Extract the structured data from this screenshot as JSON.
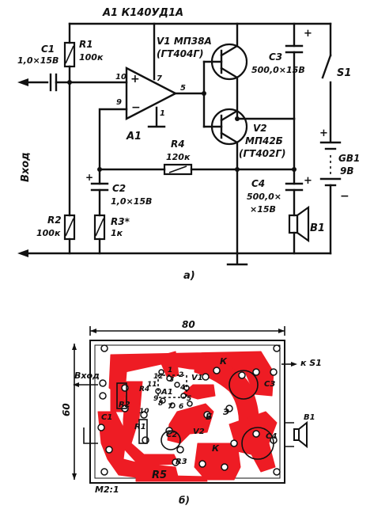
{
  "schematic": {
    "chip_label": "A1 К140УД1А",
    "chip_ref": "A1",
    "pins": {
      "p10": "10",
      "p9": "9",
      "p7": "7",
      "p5": "5",
      "p1": "1"
    },
    "c1": {
      "ref": "C1",
      "val": "1,0×15В"
    },
    "r1": {
      "ref": "R1",
      "val": "100к"
    },
    "v1": {
      "ref": "V1 МП38А",
      "alt": "(ГТ404Г)"
    },
    "c3": {
      "ref": "C3",
      "val": "500,0×15В"
    },
    "s1": "S1",
    "v2": {
      "ref": "V2",
      "type": "МП42Б",
      "alt": "(ГТ402Г)"
    },
    "r4": {
      "ref": "R4",
      "val": "120к"
    },
    "c2": {
      "ref": "C2",
      "val": "1,0×15В"
    },
    "c4": {
      "ref": "C4",
      "val1": "500,0×",
      "val2": "×15В"
    },
    "gb1": {
      "ref": "GB1",
      "val": "9В"
    },
    "r2": {
      "ref": "R2",
      "val": "100к"
    },
    "r3": {
      "ref": "R3*",
      "val": "1к"
    },
    "b1": "B1",
    "input_label": "Вход",
    "plus": "+",
    "minus": "−",
    "caption": "а)"
  },
  "board": {
    "width_dim": "80",
    "height_dim": "60",
    "input_label": "Вход",
    "s1_label": "к S1",
    "scale": "М2:1",
    "caption": "б)",
    "labels": {
      "r2": "R2",
      "c1": "C1",
      "r1": "R1",
      "a1": "A1",
      "r4": "R4",
      "c2": "C2",
      "r3": "R3",
      "v1": "V1",
      "v2": "V2",
      "c3": "C3",
      "c4": "C4",
      "b1": "B1",
      "k": "К",
      "k2": "К",
      "e": "Э",
      "b": "Б",
      "r5": "R5",
      "n1": "1",
      "n2": "2",
      "n3": "3",
      "n4": "4",
      "n5": "5",
      "n6": "6",
      "n7": "7",
      "n8": "8",
      "n9": "9",
      "n10": "10",
      "n11": "11",
      "n12": "12"
    }
  },
  "colors": {
    "ink": "#111111",
    "copper": "#ee1c24",
    "paper": "#ffffff"
  }
}
